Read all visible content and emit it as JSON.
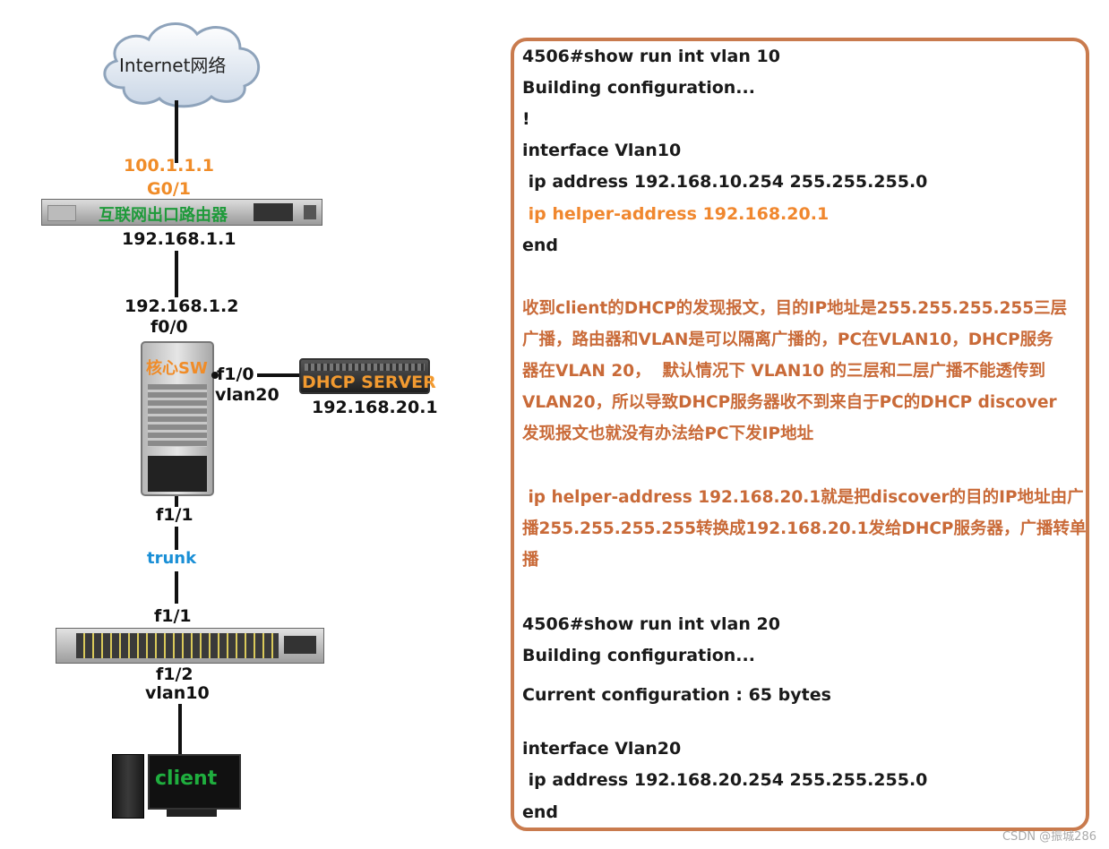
{
  "diagram": {
    "cloud_label": "Internet网络",
    "router": {
      "ip_wan": "100.1.1.1",
      "port_wan": "G0/1",
      "name": "互联网出口路由器",
      "ip_lan": "192.168.1.1"
    },
    "core": {
      "ip": "192.168.1.2",
      "port_up": "f0/0",
      "name": "核心SW",
      "port_server": "f1/0",
      "vlan_server": "vlan20",
      "port_down": "f1/1"
    },
    "server": {
      "name": "DHCP SERVER",
      "ip": "192.168.20.1"
    },
    "link_label": "trunk",
    "access": {
      "port_up": "f1/1",
      "port_down": "f1/2",
      "vlan": "vlan10"
    },
    "client": {
      "name": "client"
    }
  },
  "config": {
    "block1": [
      "4506#show run int vlan 10",
      "Building configuration...",
      "!",
      "interface Vlan10",
      " ip address 192.168.10.254 255.255.255.0",
      " ip helper-address 192.168.20.1",
      "end"
    ],
    "explain1": [
      "收到client的DHCP的发现报文，目的IP地址是255.255.255.255三层",
      "广播，路由器和VLAN是可以隔离广播的，PC在VLAN10，DHCP服务",
      "器在VLAN 20，  默认情况下 VLAN10 的三层和二层广播不能透传到",
      "VLAN20，所以导致DHCP服务器收不到来自于PC的DHCP discover",
      "发现报文也就没有办法给PC下发IP地址"
    ],
    "explain2": [
      " ip helper-address 192.168.20.1就是把discover的目的IP地址由广",
      "播255.255.255.255转换成192.168.20.1发给DHCP服务器，广播转单",
      "播"
    ],
    "block2": [
      "4506#show run int vlan 20",
      "Building configuration...",
      "Current configuration : 65 bytes",
      "interface Vlan20",
      " ip address 192.168.20.254 255.255.255.0",
      "end"
    ]
  },
  "watermark": "CSDN @振城286"
}
